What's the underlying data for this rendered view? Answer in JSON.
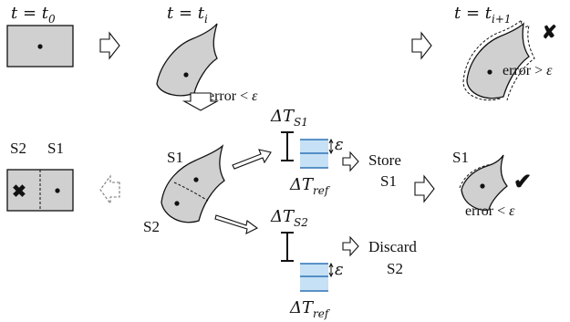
{
  "steps": {
    "t0": {
      "lhs": "t",
      "eq": " = ",
      "var": "t",
      "sub": "0"
    },
    "ti": {
      "lhs": "t",
      "eq": " = ",
      "var": "t",
      "sub": "i"
    },
    "ti1": {
      "lhs": "t",
      "eq": " = ",
      "var": "t",
      "sub": "i+1"
    }
  },
  "errors": {
    "ti": {
      "text": "error < ",
      "sym": "ε"
    },
    "ti1": {
      "text": "error > ",
      "sym": "ε"
    },
    "final": {
      "text": "error < ",
      "sym": "ε"
    }
  },
  "split": {
    "left_label": "S2",
    "right_label": "S1",
    "blob_label_top": "S1",
    "blob_label_bottom": "S2"
  },
  "tolerance": {
    "delta": "Δ",
    "ts_var": "T",
    "ts1_sub": "S1",
    "ts2_sub": "S2",
    "ref_sub": "ref",
    "eps": "ε"
  },
  "actions": {
    "store": [
      "Store",
      "S1"
    ],
    "discard": [
      "Discard",
      "S2"
    ]
  },
  "final": {
    "label": "S1"
  },
  "marks": {
    "reject": "✘",
    "cross": "✖",
    "accept": "✔"
  },
  "colors": {
    "fill": "#d0d0d0",
    "band": "#c6e1f5",
    "band_line": "#2f72b5"
  }
}
